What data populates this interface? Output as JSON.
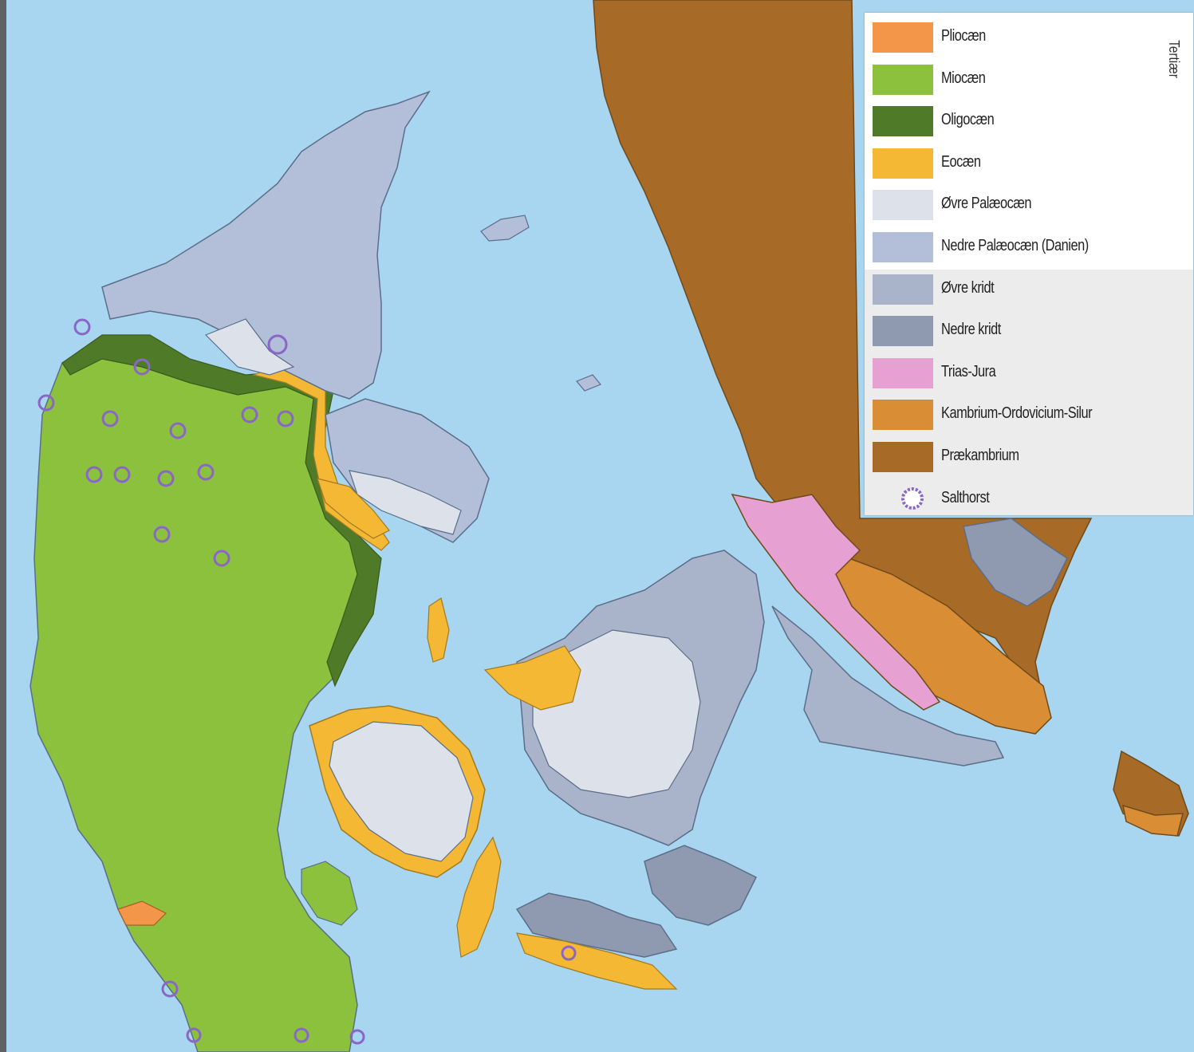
{
  "legend": {
    "group_label": "Tertiær",
    "items": [
      {
        "label": "Pliocæn",
        "color": "#f4964a"
      },
      {
        "label": "Miocæn",
        "color": "#8cc13e"
      },
      {
        "label": "Oligocæn",
        "color": "#4f7a28"
      },
      {
        "label": "Eocæn",
        "color": "#f5b835"
      },
      {
        "label": "Øvre Palæocæn",
        "color": "#dde2ea"
      },
      {
        "label": "Nedre Palæocæn (Danien)",
        "color": "#b3bfd9"
      },
      {
        "label": "Øvre kridt",
        "color": "#a9b3c9"
      },
      {
        "label": "Nedre kridt",
        "color": "#8f9ab0"
      },
      {
        "label": "Trias-Jura",
        "color": "#e6a1d2"
      },
      {
        "label": "Kambrium-Ordovicium-Silur",
        "color": "#d98e35"
      },
      {
        "label": "Prækambrium",
        "color": "#a86a27"
      },
      {
        "label": "Salthorst",
        "color": "#8a66c8",
        "symbol": "salt-dome-icon"
      }
    ]
  },
  "colors": {
    "sea": "#a8d5ef",
    "border": "#5a6e8a",
    "salt_dome": "#8a66c8"
  }
}
